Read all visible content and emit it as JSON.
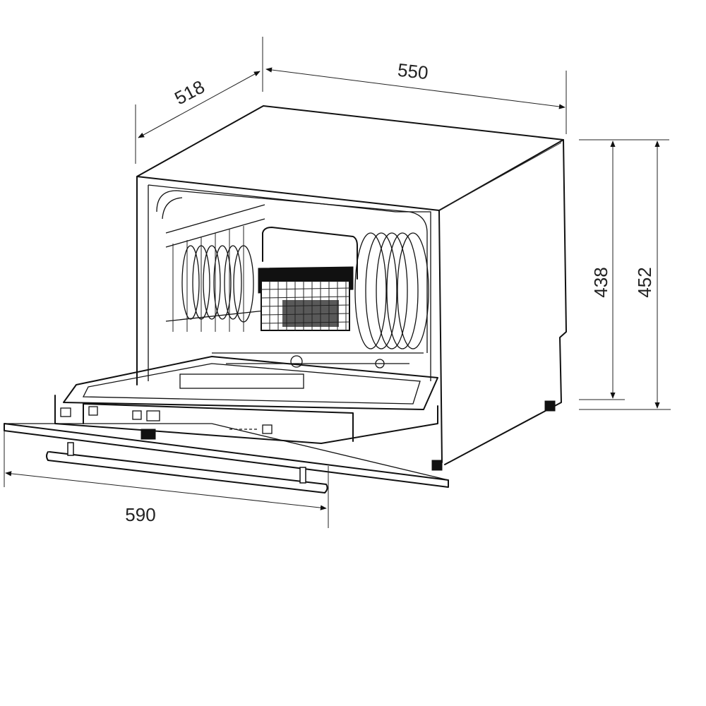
{
  "figure": {
    "subject": "Compact countertop dishwasher, door open, dimension drawing",
    "units_implied": "mm"
  },
  "dimensions": {
    "depth": "518",
    "width": "550",
    "height_body": "438",
    "height_total": "452",
    "door_open_depth": "590"
  },
  "colors": {
    "line": "#111111",
    "background": "#ffffff"
  }
}
